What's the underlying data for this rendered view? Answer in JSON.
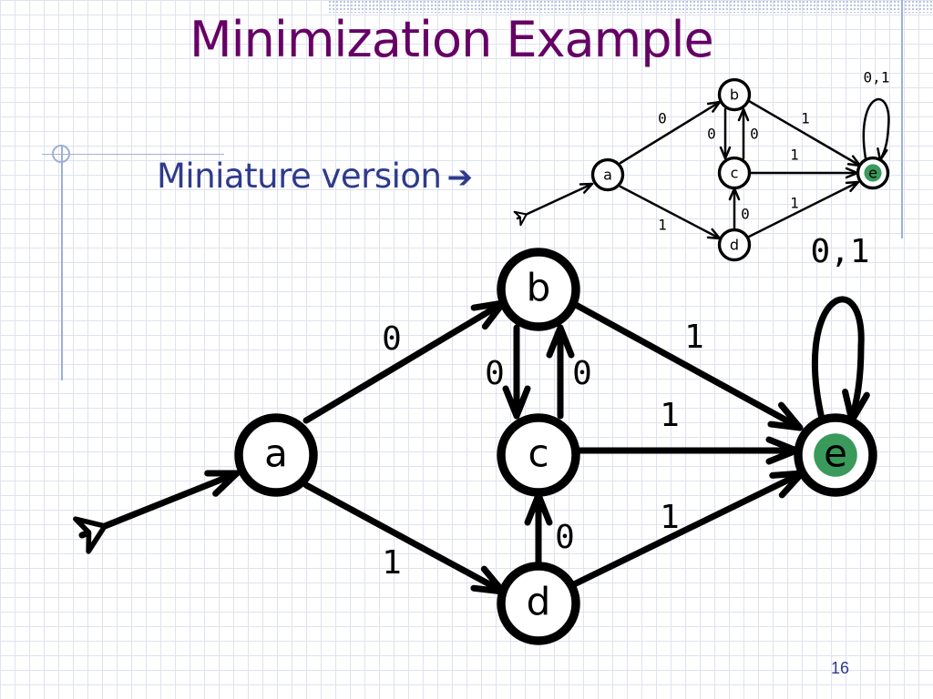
{
  "slide": {
    "title": "Minimization Example",
    "bullet_text": "Miniature version",
    "bullet_arrow": "➔",
    "page_number": "16"
  },
  "diagram": {
    "nodes": [
      {
        "id": "a",
        "label": "a",
        "accepting": false,
        "start": true
      },
      {
        "id": "b",
        "label": "b",
        "accepting": false
      },
      {
        "id": "c",
        "label": "c",
        "accepting": false
      },
      {
        "id": "d",
        "label": "d",
        "accepting": false
      },
      {
        "id": "e",
        "label": "e",
        "accepting": true
      }
    ],
    "edges": [
      {
        "from": "a",
        "to": "b",
        "label": "0"
      },
      {
        "from": "a",
        "to": "d",
        "label": "1"
      },
      {
        "from": "b",
        "to": "c",
        "label": "0"
      },
      {
        "from": "c",
        "to": "b",
        "label": "0"
      },
      {
        "from": "b",
        "to": "e",
        "label": "1"
      },
      {
        "from": "c",
        "to": "e",
        "label": "1"
      },
      {
        "from": "d",
        "to": "c",
        "label": "0"
      },
      {
        "from": "d",
        "to": "e",
        "label": "1"
      },
      {
        "from": "e",
        "to": "e",
        "label": "0,1"
      }
    ],
    "accept_fill": "#3a9a5b"
  }
}
